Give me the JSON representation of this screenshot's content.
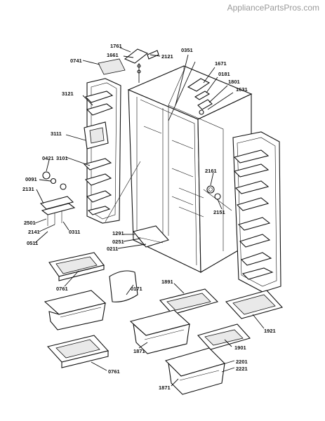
{
  "watermark": "AppliancePartsPros.com",
  "labels": {
    "l1761": "1761",
    "l1661": "1661",
    "l2121": "2121",
    "l0741": "0741",
    "l0351": "0351",
    "l1671": "1671",
    "l0181": "0181",
    "l1801": "1801",
    "l1631": "1631",
    "l3121": "3121",
    "l3111": "3111",
    "l0421": "0421",
    "l3101": "3101",
    "l0091": "0091",
    "l2131": "2131",
    "l2161": "2161",
    "l2151": "2151",
    "l2501": "2501",
    "l2141": "2141",
    "l0311": "0311",
    "l0511": "0511",
    "l1291": "1291",
    "l0251": "0251",
    "l0211": "0211",
    "l0761a": "0761",
    "l0171": "0171",
    "l1891": "1891",
    "l1921": "1921",
    "l1871a": "1871",
    "l1901": "1901",
    "l1871b": "1871",
    "l2201": "2201",
    "l2221": "2221",
    "l0761b": "0761"
  }
}
